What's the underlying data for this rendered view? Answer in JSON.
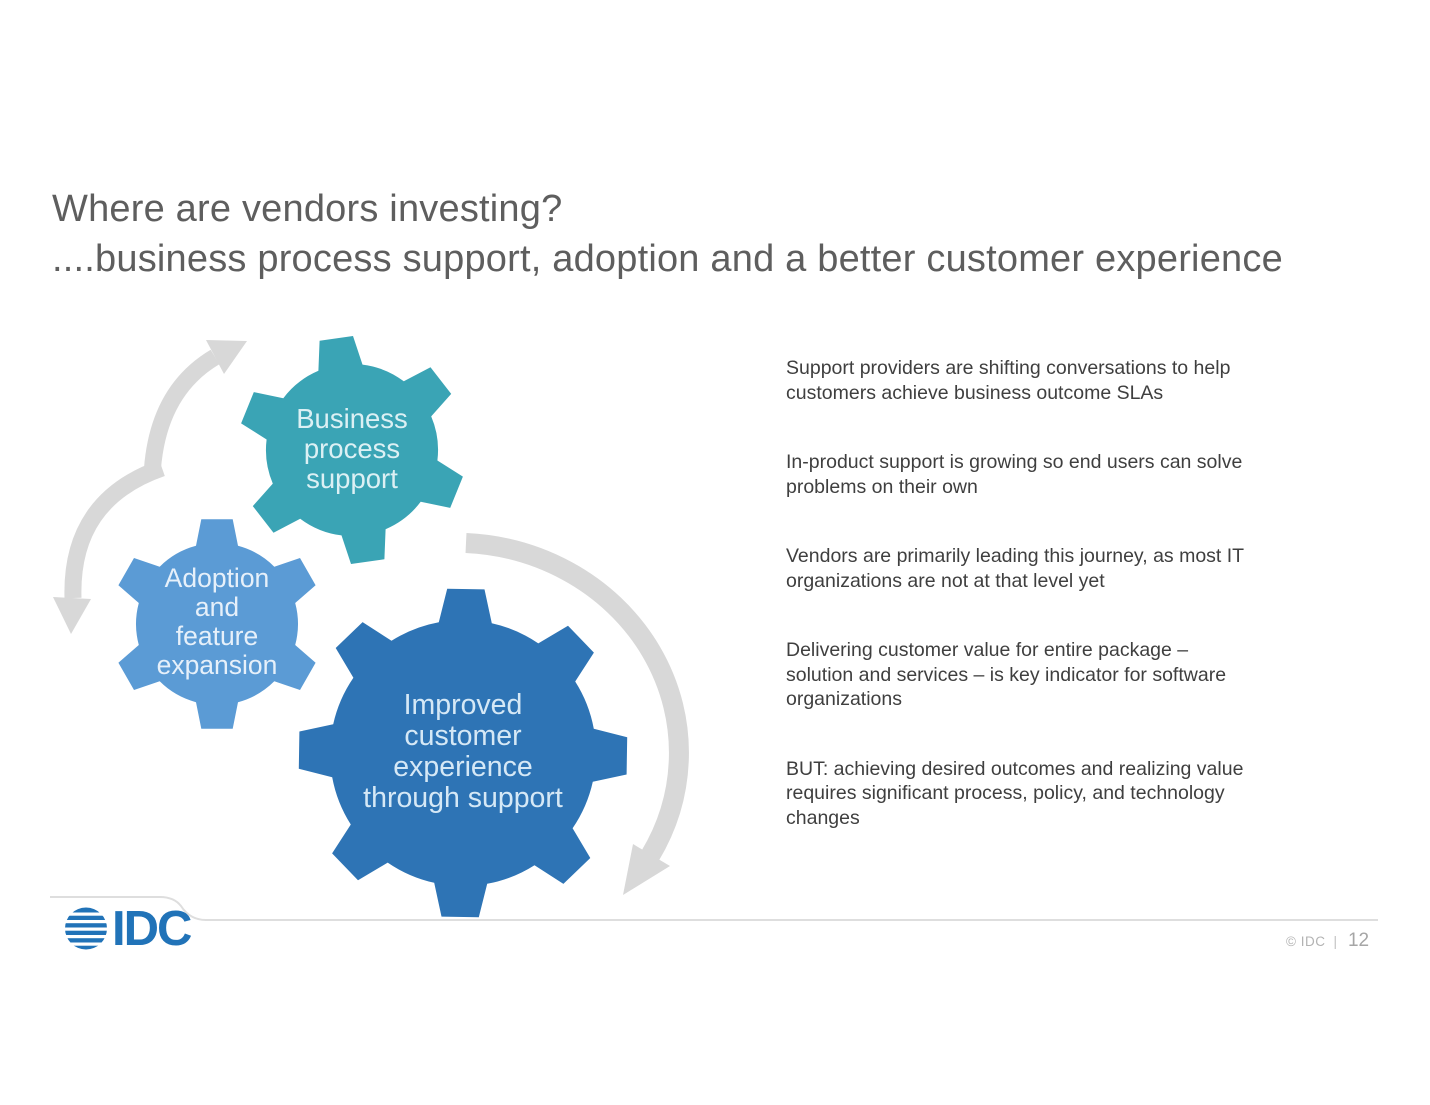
{
  "title": {
    "line1": "Where are vendors investing?",
    "line2": "....business process support, adoption and a better customer experience"
  },
  "diagram": {
    "arrow_color": "#d8d8d8",
    "gears": [
      {
        "label": "Business\nprocess\nsupport",
        "color": "#3aa4b5",
        "label_color": "#dcf0f4"
      },
      {
        "label": "Adoption\nand\nfeature\nexpansion",
        "color": "#5b9bd5",
        "label_color": "#e6f0fa"
      },
      {
        "label": "Improved\ncustomer\nexperience\nthrough support",
        "color": "#2e74b5",
        "label_color": "#d5e8f6"
      }
    ]
  },
  "bullets": [
    "Support providers are shifting conversations to help\ncustomers achieve business outcome SLAs",
    "In-product support is growing so end users can solve\nproblems on their own",
    "Vendors are primarily leading this journey, as most IT\norganizations are not at that level yet",
    "Delivering customer value for entire package –\nsolution and services – is key indicator for software\norganizations",
    "BUT: achieving desired outcomes and realizing value\nrequires significant process, policy, and technology\nchanges"
  ],
  "logo": {
    "text": "IDC",
    "color": "#2173b8"
  },
  "footer": {
    "copyright": "© IDC",
    "separator": "|",
    "page_number": "12",
    "divider_color": "#dedede"
  }
}
